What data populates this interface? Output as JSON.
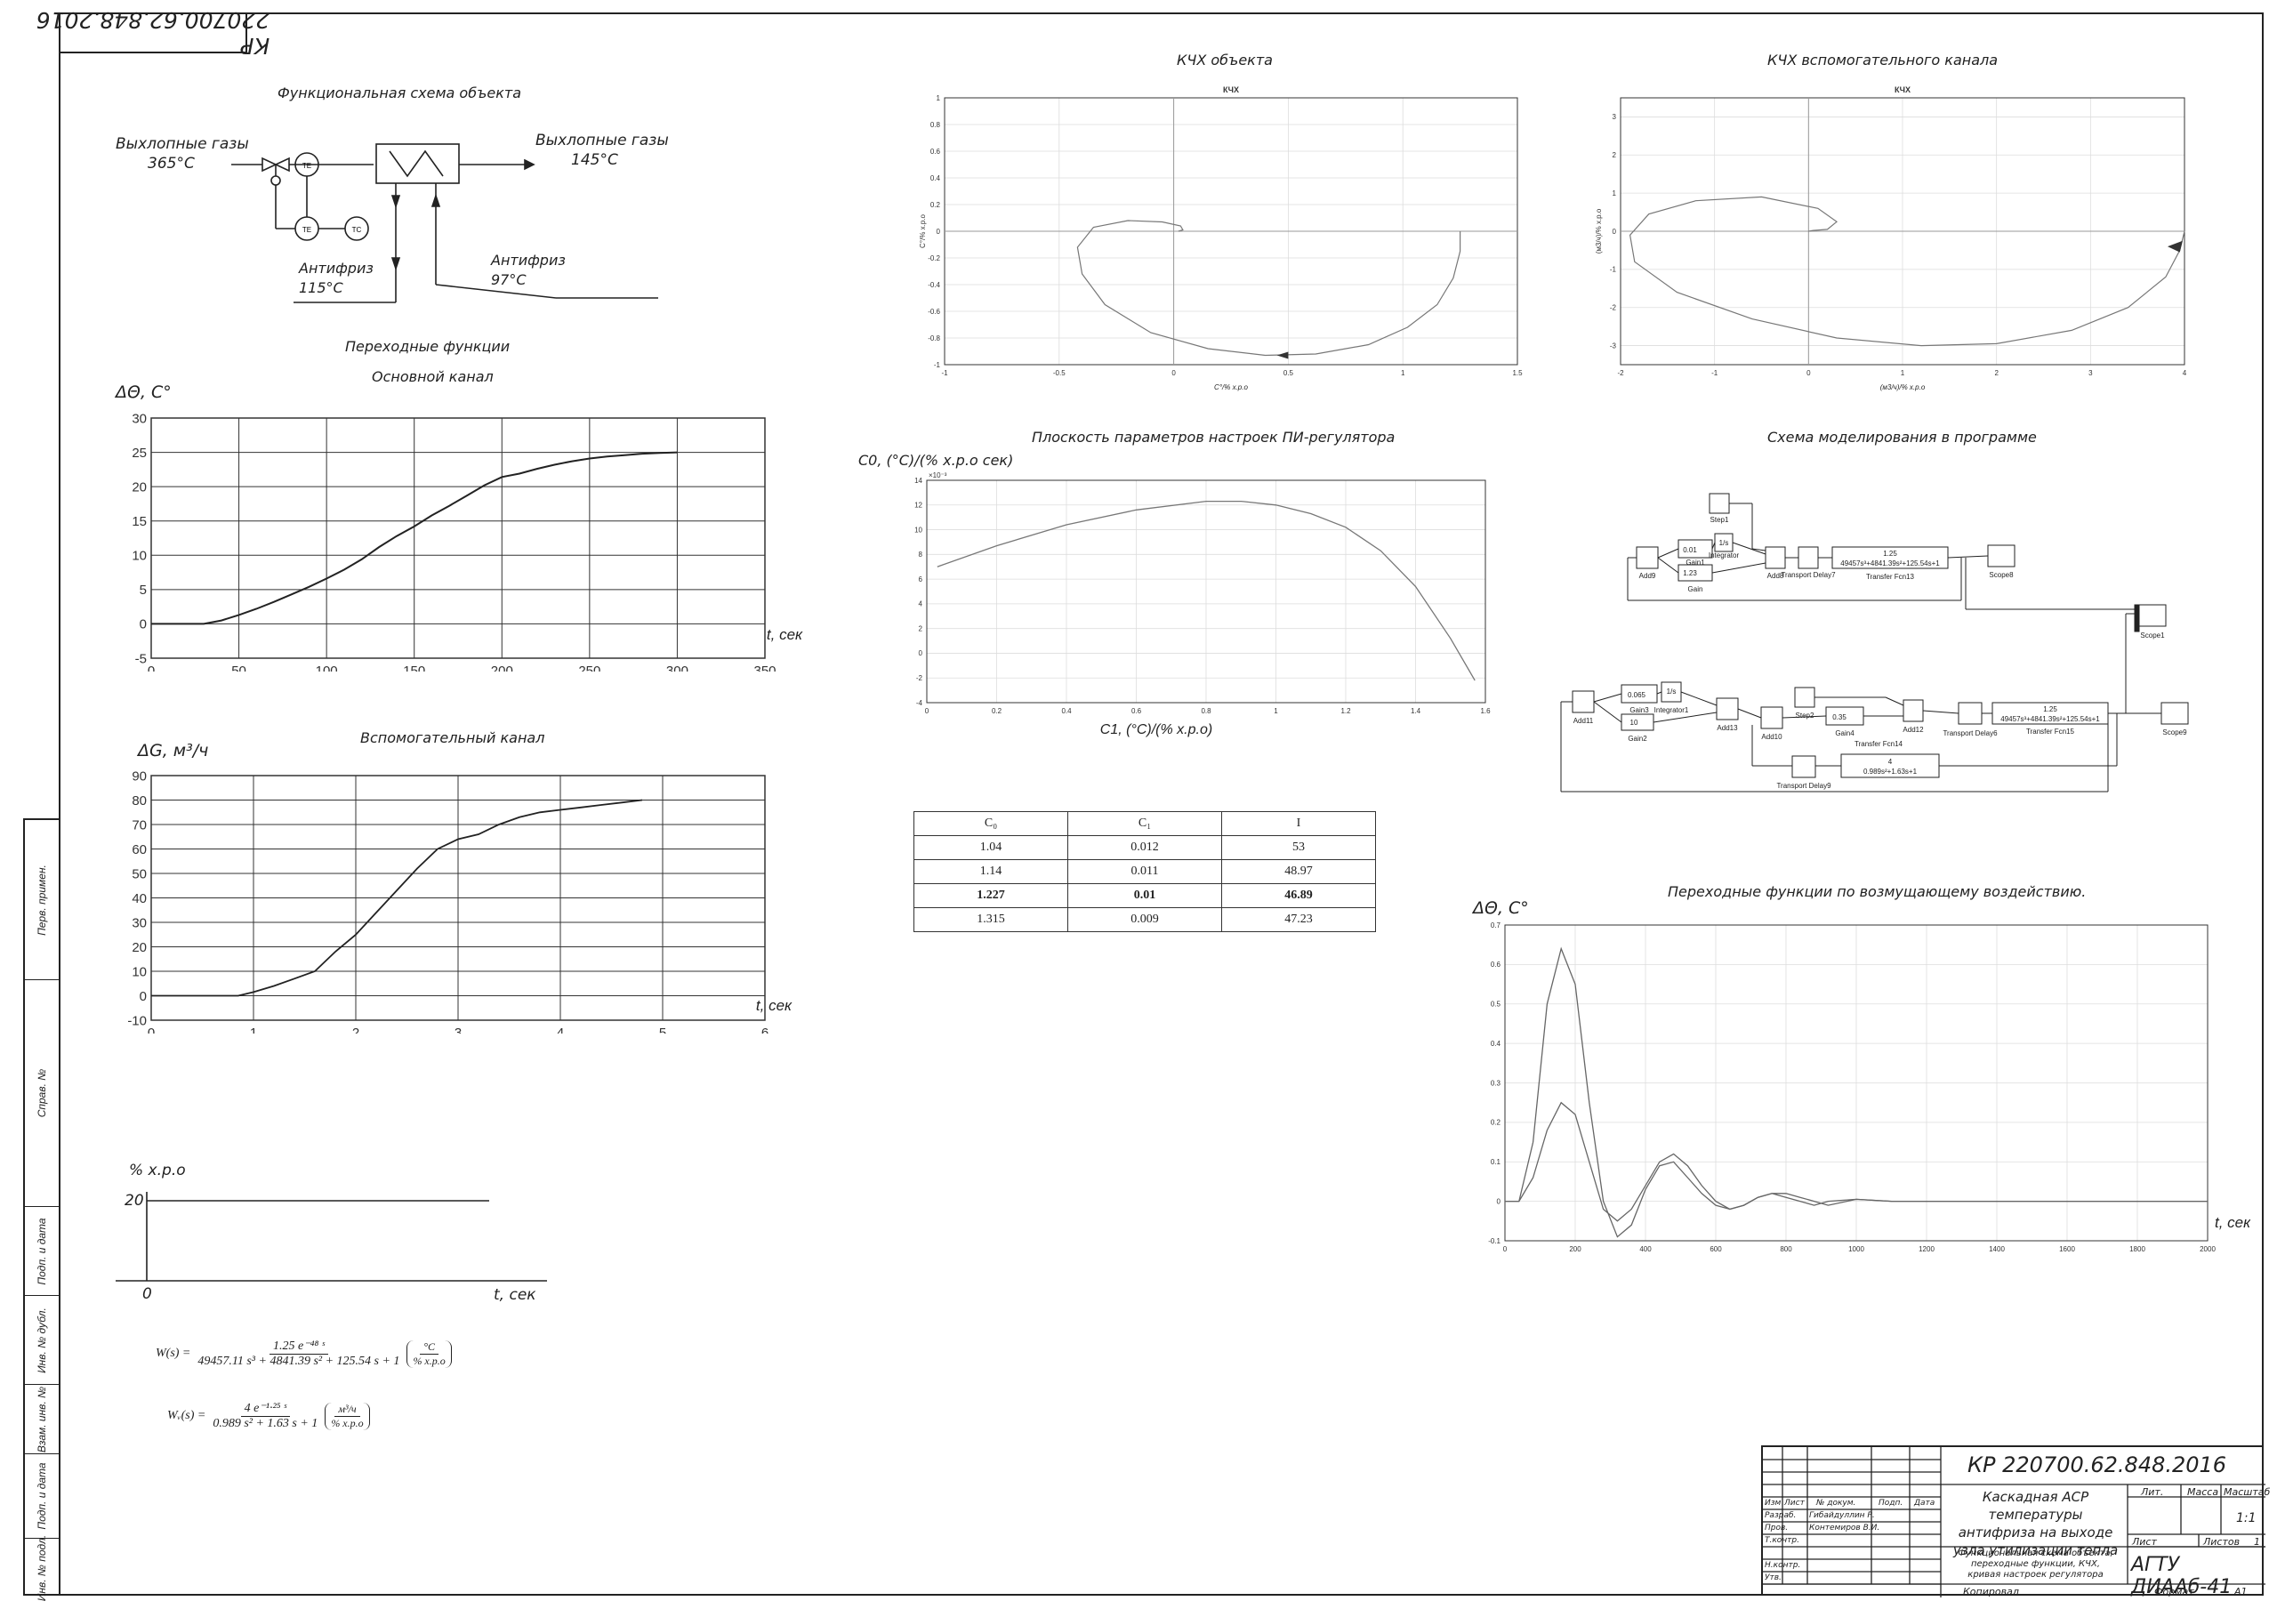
{
  "stamp": "КР 220700.62.848.2016",
  "functional_scheme": {
    "title": "Функциональная схема объекта",
    "gas_in": "Выхлопные газы",
    "gas_in_temp": "365°С",
    "gas_out": "Выхлопные газы",
    "gas_out_temp": "145°С",
    "antifreeze_out": "Антифриз",
    "antifreeze_out_temp": "115°С",
    "antifreeze_in": "Антифриз",
    "antifreeze_in_temp": "97°С",
    "sensor_tag": "TE",
    "controller_tag": "TC"
  },
  "transient_title": "Переходные функции",
  "disturbance_title": "Переходные функции по возмущающему воздействию.",
  "pi_plane_title": "Плоскость параметров настроек ПИ-регулятора",
  "sim_title": "Схема моделирования в программе",
  "kchh_object_title": "КЧХ объекта",
  "kchh_aux_title": "КЧХ вспомогательного канала",
  "step_input": {
    "ylabel": "% х.р.о",
    "level": "20",
    "origin": "0",
    "xlabel": "t, сек"
  },
  "formulas": {
    "w_lhs": "W(s) =",
    "w_num": "1.25 e⁻⁴⁸ ˢ",
    "w_den": "49457.11 s³ + 4841.39 s² + 125.54 s + 1",
    "w_unit_num": "°C",
    "w_unit_den": "% х.р.о",
    "wv_lhs": "Wᵥ(s) =",
    "wv_num": "4 e⁻¹·²⁵ ˢ",
    "wv_den": "0.989 s² + 1.63 s + 1",
    "wv_unit_num": "м³/ч",
    "wv_unit_den": "% х.р.о"
  },
  "param_table": {
    "headers": [
      "C₀",
      "C₁",
      "I"
    ],
    "rows": [
      [
        "1.04",
        "0.012",
        "53"
      ],
      [
        "1.14",
        "0.011",
        "48.97"
      ],
      [
        "1.227",
        "0.01",
        "46.89"
      ],
      [
        "1.315",
        "0.009",
        "47.23"
      ]
    ],
    "bold_row": 2
  },
  "simulink": {
    "step1": "Step1",
    "step2": "Step2",
    "gain1": "Gain1",
    "gain1_val": "0.01",
    "gain": "Gain",
    "gain_val": "1.23",
    "gain3": "Gain3",
    "gain3_val": "0.065",
    "gain2": "Gain2",
    "gain2_val": "10",
    "gain4": "Gain4",
    "gain4_val": "0.35",
    "integrator": "Integrator",
    "integrator1": "Integrator1",
    "int_sym": "1/s",
    "add9": "Add9",
    "add8": "Add8",
    "add11": "Add11",
    "add13": "Add13",
    "add10": "Add10",
    "add12": "Add12",
    "delay7": "Transport Delay7",
    "delay6": "Transport Delay6",
    "delay9": "Transport Delay9",
    "tf13": "Transfer Fcn13",
    "tf15": "Transfer Fcn15",
    "tf14": "Transfer Fcn14",
    "tf_main_num": "1.25",
    "tf_main_den": "49457s³+4841.39s²+125.54s+1",
    "tf_aux_num": "4",
    "tf_aux_den": "0.989s²+1.63s+1",
    "scope8": "Scope8",
    "scope1": "Scope1",
    "scope9": "Scope9"
  },
  "title_block": {
    "code": "КР 220700.62.848.2016",
    "desc1": "Каскадная АСР температуры",
    "desc2": "антифриза на выходе",
    "desc3": "узла утилизации тепла",
    "sheet_desc1": "Функциональная схема объекта,",
    "sheet_desc2": "переходные функции, КЧХ,",
    "sheet_desc3": "кривая настроек регулятора",
    "org": "АГТУ ДИААб-41",
    "h_izm": "Изм",
    "h_list": "Лист",
    "h_doc": "№ докум.",
    "h_sign": "Подп.",
    "h_date": "Дата",
    "r_razrab": "Разраб.",
    "n_razrab": "Гибайдуллин Р.",
    "r_prov": "Пров.",
    "n_prov": "Контемиров В.И.",
    "r_tkontr": "Т.контр.",
    "r_nkontr": "Н.контр.",
    "r_utv": "Утв.",
    "lit": "Лит.",
    "mass": "Масса",
    "scale": "Масштаб",
    "scale_val": "1:1",
    "sheet": "Лист",
    "sheets": "Листов",
    "sheets_val": "1",
    "copied": "Копировал",
    "format": "Формат",
    "format_val": "А1"
  },
  "sidebar": [
    "Перв. примен.",
    "Справ. №",
    "Подп. и дата",
    "Инв. № дубл.",
    "Взам. инв. №",
    "Подп. и дата",
    "Инв. № подл."
  ],
  "chart_data": [
    {
      "type": "line",
      "title": "Основной канал",
      "ylabel": "ΔΘ, С°",
      "xlabel": "t, сек",
      "xlim": [
        0,
        350
      ],
      "ylim": [
        -5,
        30
      ],
      "xticks": [
        0,
        50,
        100,
        150,
        200,
        250,
        300,
        350
      ],
      "yticks": [
        -5,
        0,
        5,
        10,
        15,
        20,
        25,
        30
      ],
      "grid": true,
      "x": [
        0,
        10,
        20,
        30,
        40,
        50,
        60,
        70,
        80,
        90,
        100,
        110,
        120,
        130,
        140,
        150,
        160,
        170,
        180,
        190,
        200,
        210,
        220,
        230,
        240,
        250,
        260,
        270,
        280,
        290,
        300
      ],
      "y": [
        0,
        0,
        0,
        0,
        0.5,
        1.3,
        2.2,
        3.2,
        4.3,
        5.4,
        6.6,
        7.9,
        9.4,
        11.2,
        12.8,
        14.2,
        15.8,
        17.2,
        18.7,
        20.2,
        21.4,
        21.9,
        22.6,
        23.2,
        23.7,
        24.1,
        24.4,
        24.6,
        24.8,
        24.9,
        25
      ]
    },
    {
      "type": "line",
      "title": "Вспомогательный канал",
      "ylabel": "ΔG, м³/ч",
      "xlabel": "t, сек",
      "xlim": [
        0,
        6
      ],
      "ylim": [
        -10,
        90
      ],
      "xticks": [
        0,
        1,
        2,
        3,
        4,
        5,
        6
      ],
      "yticks": [
        -10,
        0,
        10,
        20,
        30,
        40,
        50,
        60,
        70,
        80,
        90
      ],
      "grid": true,
      "x": [
        0,
        0.85,
        1,
        1.2,
        1.4,
        1.6,
        1.8,
        2,
        2.2,
        2.4,
        2.6,
        2.8,
        3,
        3.2,
        3.4,
        3.6,
        3.8,
        4,
        4.2,
        4.4,
        4.6,
        4.8
      ],
      "y": [
        0,
        0,
        1.5,
        4,
        7,
        10,
        18,
        25,
        34,
        43,
        52,
        60,
        64,
        66,
        70,
        73,
        75,
        76,
        77,
        78,
        79,
        80
      ]
    },
    {
      "type": "line",
      "title": "КЧХ",
      "xlabel": "C°/% х.р.о",
      "ylabel": "C°/% х.р.о",
      "xlim": [
        -1,
        1.5
      ],
      "ylim": [
        -1,
        1
      ],
      "xticks": [
        -1,
        -0.5,
        0,
        0.5,
        1,
        1.5
      ],
      "yticks": [
        -1,
        -0.8,
        -0.6,
        -0.4,
        -0.2,
        0,
        0.2,
        0.4,
        0.6,
        0.8,
        1
      ],
      "grid": true,
      "x": [
        1.25,
        1.25,
        1.22,
        1.15,
        1.02,
        0.85,
        0.62,
        0.4,
        0.15,
        -0.1,
        -0.3,
        -0.4,
        -0.42,
        -0.35,
        -0.2,
        -0.05,
        0.03,
        0.04,
        0.02
      ],
      "y": [
        0,
        -0.15,
        -0.35,
        -0.55,
        -0.72,
        -0.85,
        -0.92,
        -0.93,
        -0.88,
        -0.76,
        -0.55,
        -0.32,
        -0.12,
        0.03,
        0.08,
        0.07,
        0.04,
        0.01,
        0
      ]
    },
    {
      "type": "line",
      "title": "КЧХ",
      "xlabel": "(м3/ч)/% х.р.о",
      "ylabel": "(м3/ч)/% х.р.о",
      "xlim": [
        -2,
        4
      ],
      "ylim": [
        -3.5,
        3.5
      ],
      "xticks": [
        -2,
        -1,
        0,
        1,
        2,
        3,
        4
      ],
      "yticks": [
        -3,
        -2,
        -1,
        0,
        1,
        2,
        3
      ],
      "grid": true,
      "x": [
        4,
        3.95,
        3.8,
        3.4,
        2.8,
        2,
        1.2,
        0.3,
        -0.6,
        -1.4,
        -1.85,
        -1.9,
        -1.7,
        -1.2,
        -0.5,
        0.1,
        0.3,
        0.2,
        0.05,
        0
      ],
      "y": [
        0,
        -0.5,
        -1.2,
        -2,
        -2.6,
        -2.95,
        -3,
        -2.8,
        -2.3,
        -1.6,
        -0.8,
        -0.1,
        0.45,
        0.8,
        0.9,
        0.6,
        0.25,
        0.05,
        0.02,
        0
      ]
    },
    {
      "type": "line",
      "title": "",
      "xlabel": "C1, (°С)/(% х.р.о)",
      "ylabel": "C0, (°С)/(% х.р.о сек)",
      "y_multiplier": "×10⁻³",
      "xlim": [
        0,
        1.6
      ],
      "ylim": [
        -4,
        14
      ],
      "xticks": [
        0,
        0.2,
        0.4,
        0.6,
        0.8,
        1,
        1.2,
        1.4,
        1.6
      ],
      "yticks": [
        -4,
        -2,
        0,
        2,
        4,
        6,
        8,
        10,
        12,
        14
      ],
      "grid": true,
      "x": [
        0.03,
        0.2,
        0.4,
        0.6,
        0.8,
        0.9,
        1.0,
        1.1,
        1.2,
        1.3,
        1.4,
        1.5,
        1.57
      ],
      "y": [
        7,
        8.7,
        10.4,
        11.6,
        12.3,
        12.3,
        12.0,
        11.3,
        10.2,
        8.3,
        5.4,
        1.2,
        -2.2
      ]
    },
    {
      "type": "line",
      "title": "",
      "ylabel": "ΔΘ, С°",
      "xlabel": "t, сек",
      "xlim": [
        0,
        2000
      ],
      "ylim": [
        -0.1,
        0.7
      ],
      "xticks": [
        0,
        200,
        400,
        600,
        800,
        1000,
        1200,
        1400,
        1600,
        1800,
        2000
      ],
      "yticks": [
        -0.1,
        0,
        0.1,
        0.2,
        0.3,
        0.4,
        0.5,
        0.6,
        0.7
      ],
      "grid": true,
      "series": [
        {
          "x": [
            0,
            40,
            80,
            120,
            160,
            200,
            240,
            280,
            320,
            360,
            400,
            440,
            480,
            520,
            560,
            600,
            640,
            680,
            720,
            760,
            800,
            840,
            880,
            920,
            1000,
            1100,
            1200,
            1400,
            1600,
            2000
          ],
          "y": [
            0,
            0,
            0.15,
            0.5,
            0.64,
            0.55,
            0.25,
            0.0,
            -0.09,
            -0.06,
            0.03,
            0.09,
            0.1,
            0.06,
            0.02,
            -0.01,
            -0.02,
            -0.01,
            0.01,
            0.02,
            0.02,
            0.01,
            0,
            -0.01,
            0.005,
            0,
            0,
            0,
            0,
            0
          ]
        },
        {
          "x": [
            0,
            40,
            80,
            120,
            160,
            200,
            240,
            280,
            320,
            360,
            400,
            440,
            480,
            520,
            560,
            600,
            640,
            680,
            720,
            760,
            800,
            840,
            880,
            920,
            1000,
            1100,
            1200,
            1400,
            1600,
            2000
          ],
          "y": [
            0,
            0,
            0.06,
            0.18,
            0.25,
            0.22,
            0.1,
            -0.02,
            -0.05,
            -0.02,
            0.04,
            0.1,
            0.12,
            0.09,
            0.04,
            0,
            -0.02,
            -0.01,
            0.01,
            0.02,
            0.01,
            0,
            -0.01,
            0,
            0.005,
            0,
            0,
            0,
            0,
            0
          ]
        }
      ]
    }
  ]
}
